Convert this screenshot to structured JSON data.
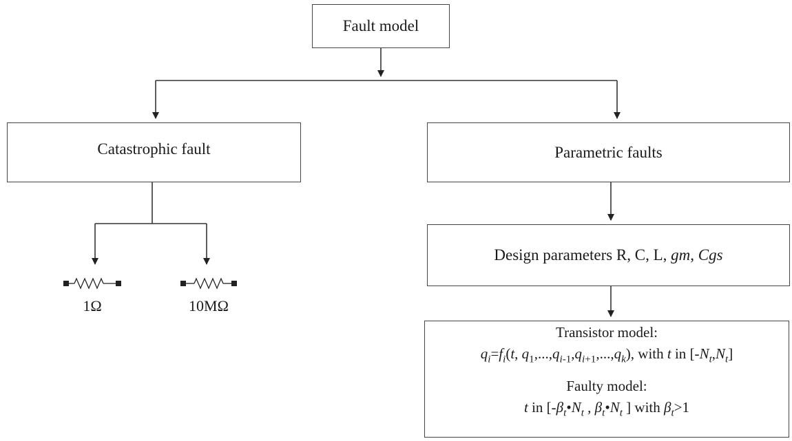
{
  "nodes": {
    "fault_model": "Fault model",
    "catastrophic": "Catastrophic fault",
    "parametric": "Parametric faults",
    "design_params_prefix": "Design parameters R, C, L, ",
    "design_params_gm": "gm",
    "design_params_sep": ", ",
    "design_params_cgs": "Cgs"
  },
  "resistors": [
    {
      "label": "1Ω"
    },
    {
      "label": "10MΩ"
    }
  ],
  "models": {
    "transistor_title": "Transistor model:",
    "transistor_eq_tail": ", with",
    "transistor_eq_in": "in",
    "faulty_title": "Faulty model:",
    "faulty_eq_with": "with",
    "faulty_eq_gt": ">1"
  },
  "colors": {
    "line": "#333333",
    "border": "#444444"
  }
}
